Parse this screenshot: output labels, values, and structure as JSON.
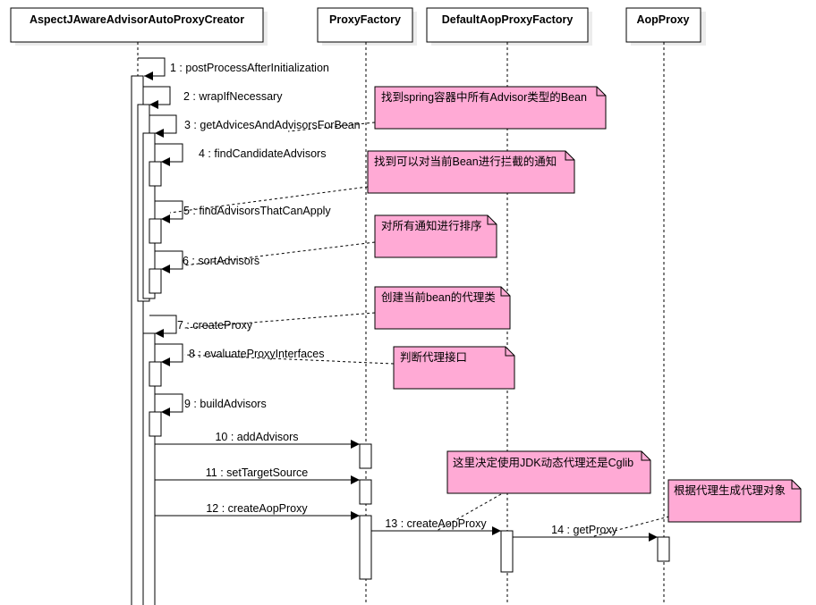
{
  "participants": [
    {
      "name": "AspectJAwareAdvisorAutoProxyCreator"
    },
    {
      "name": "ProxyFactory"
    },
    {
      "name": "DefaultAopProxyFactory"
    },
    {
      "name": "AopProxy"
    }
  ],
  "messages": [
    {
      "label": "1 : postProcessAfterInitialization"
    },
    {
      "label": "2 : wrapIfNecessary"
    },
    {
      "label": "3 : getAdvicesAndAdvisorsForBean"
    },
    {
      "label": "4 : findCandidateAdvisors"
    },
    {
      "label": "5 : findAdvisorsThatCanApply"
    },
    {
      "label": "6 : sortAdvisors"
    },
    {
      "label": "7 : createProxy"
    },
    {
      "label": "8 : evaluateProxyInterfaces"
    },
    {
      "label": "9 : buildAdvisors"
    },
    {
      "label": "10 : addAdvisors"
    },
    {
      "label": "11 : setTargetSource"
    },
    {
      "label": "12 : createAopProxy"
    },
    {
      "label": "13 : createAopProxy"
    },
    {
      "label": "14 : getProxy"
    }
  ],
  "notes": [
    {
      "text": "找到spring容器中所有Advisor类型的Bean"
    },
    {
      "text": "找到可以对当前Bean进行拦截的通知"
    },
    {
      "text": "对所有通知进行排序"
    },
    {
      "text": "创建当前bean的代理类"
    },
    {
      "text": "判断代理接口"
    },
    {
      "text": "这里决定使用JDK动态代理还是Cglib"
    },
    {
      "text": "根据代理生成代理对象"
    }
  ],
  "colors": {
    "note_fill": "#ffaad5",
    "shadow": "#ececec",
    "line": "#000000"
  }
}
